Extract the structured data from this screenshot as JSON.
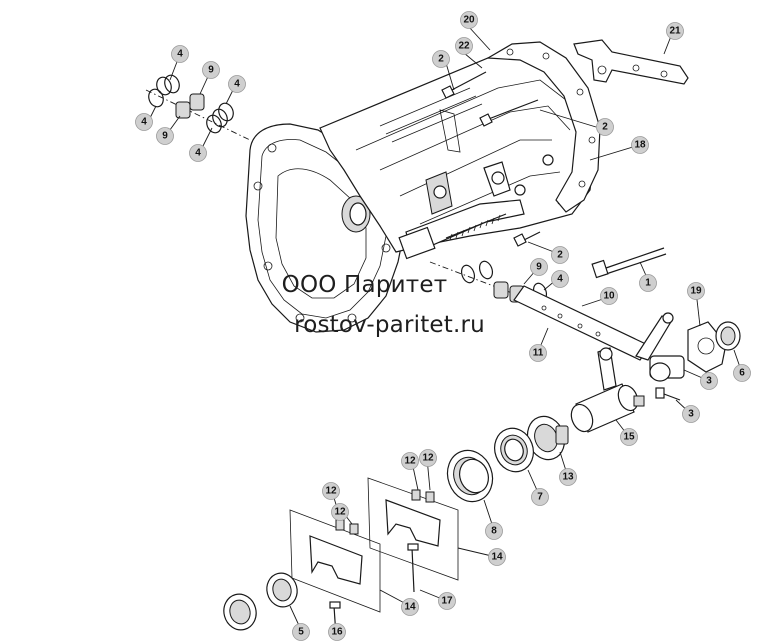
{
  "watermark": {
    "line1": "ООО Паритет",
    "line2": "rostov-paritet.ru"
  },
  "callouts": [
    {
      "id": "c20",
      "label": "20"
    },
    {
      "id": "c22",
      "label": "22"
    },
    {
      "id": "c21",
      "label": "21"
    },
    {
      "id": "c2a",
      "label": "2"
    },
    {
      "id": "c2b",
      "label": "2"
    },
    {
      "id": "c2c",
      "label": "2"
    },
    {
      "id": "c18",
      "label": "18"
    },
    {
      "id": "c4a",
      "label": "4"
    },
    {
      "id": "c9a",
      "label": "9"
    },
    {
      "id": "c4b",
      "label": "4"
    },
    {
      "id": "c4c",
      "label": "4"
    },
    {
      "id": "c9b",
      "label": "9"
    },
    {
      "id": "c4d",
      "label": "4"
    },
    {
      "id": "c1",
      "label": "1"
    },
    {
      "id": "c9c",
      "label": "9"
    },
    {
      "id": "c4e",
      "label": "4"
    },
    {
      "id": "c10",
      "label": "10"
    },
    {
      "id": "c19",
      "label": "19"
    },
    {
      "id": "c11",
      "label": "11"
    },
    {
      "id": "c6",
      "label": "6"
    },
    {
      "id": "c3a",
      "label": "3"
    },
    {
      "id": "c3b",
      "label": "3"
    },
    {
      "id": "c15",
      "label": "15"
    },
    {
      "id": "c13",
      "label": "13"
    },
    {
      "id": "c7",
      "label": "7"
    },
    {
      "id": "c8",
      "label": "8"
    },
    {
      "id": "c12a",
      "label": "12"
    },
    {
      "id": "c12b",
      "label": "12"
    },
    {
      "id": "c12c",
      "label": "12"
    },
    {
      "id": "c12d",
      "label": "12"
    },
    {
      "id": "c14a",
      "label": "14"
    },
    {
      "id": "c14b",
      "label": "14"
    },
    {
      "id": "c17",
      "label": "17"
    },
    {
      "id": "c5",
      "label": "5"
    },
    {
      "id": "c16",
      "label": "16"
    }
  ]
}
